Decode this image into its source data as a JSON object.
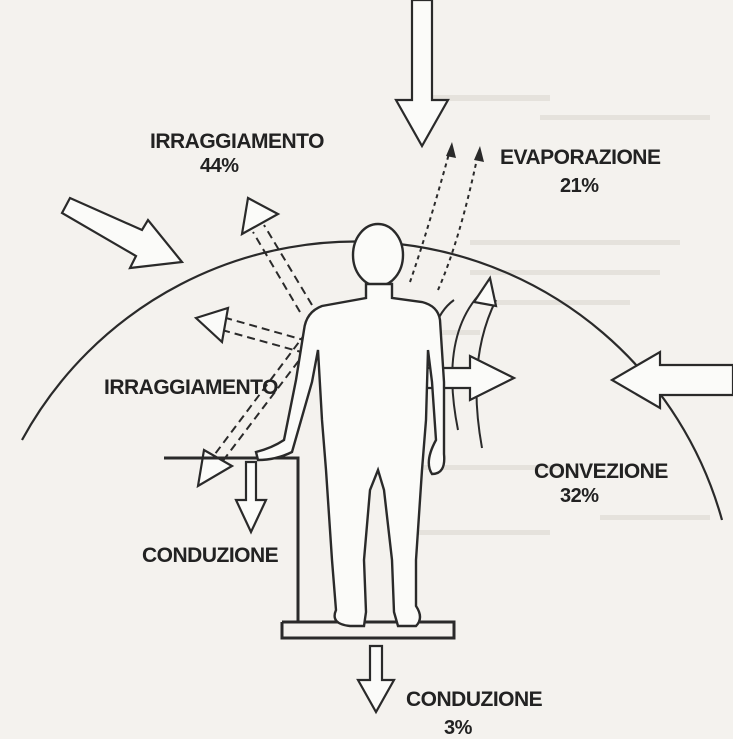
{
  "labels": {
    "irraggiamento_top": "IRRAGGIAMENTO",
    "irraggiamento_top_pct": "44%",
    "evaporazione": "EVAPORAZIONE",
    "evaporazione_pct": "21%",
    "irraggiamento_mid": "IRRAGGIAMENTO",
    "convezione": "CONVEZIONE",
    "convezione_pct": "32%",
    "conduzione_left": "CONDUZIONE",
    "conduzione_bottom": "CONDUZIONE",
    "conduzione_bottom_pct": "3%"
  },
  "colors": {
    "background": "#f4f2ee",
    "ink": "#2a2a2a"
  }
}
